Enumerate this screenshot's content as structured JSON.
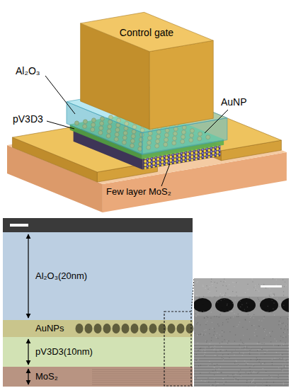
{
  "diagram": {
    "nodes": [
      {
        "text": [
          "Al₂O₃(20nm)"
        ]
      },
      {
        "text": [
          "AuNPs"
        ]
      },
      {
        "text": [
          "pV3D3(10nm)"
        ]
      },
      {
        "text": [
          "MoS₂"
        ]
      }
    ],
    "labels": [
      "Control gate",
      "Al₂O₃",
      "AuNP",
      "pV3D3",
      "Few layer MoS₂"
    ]
  }
}
